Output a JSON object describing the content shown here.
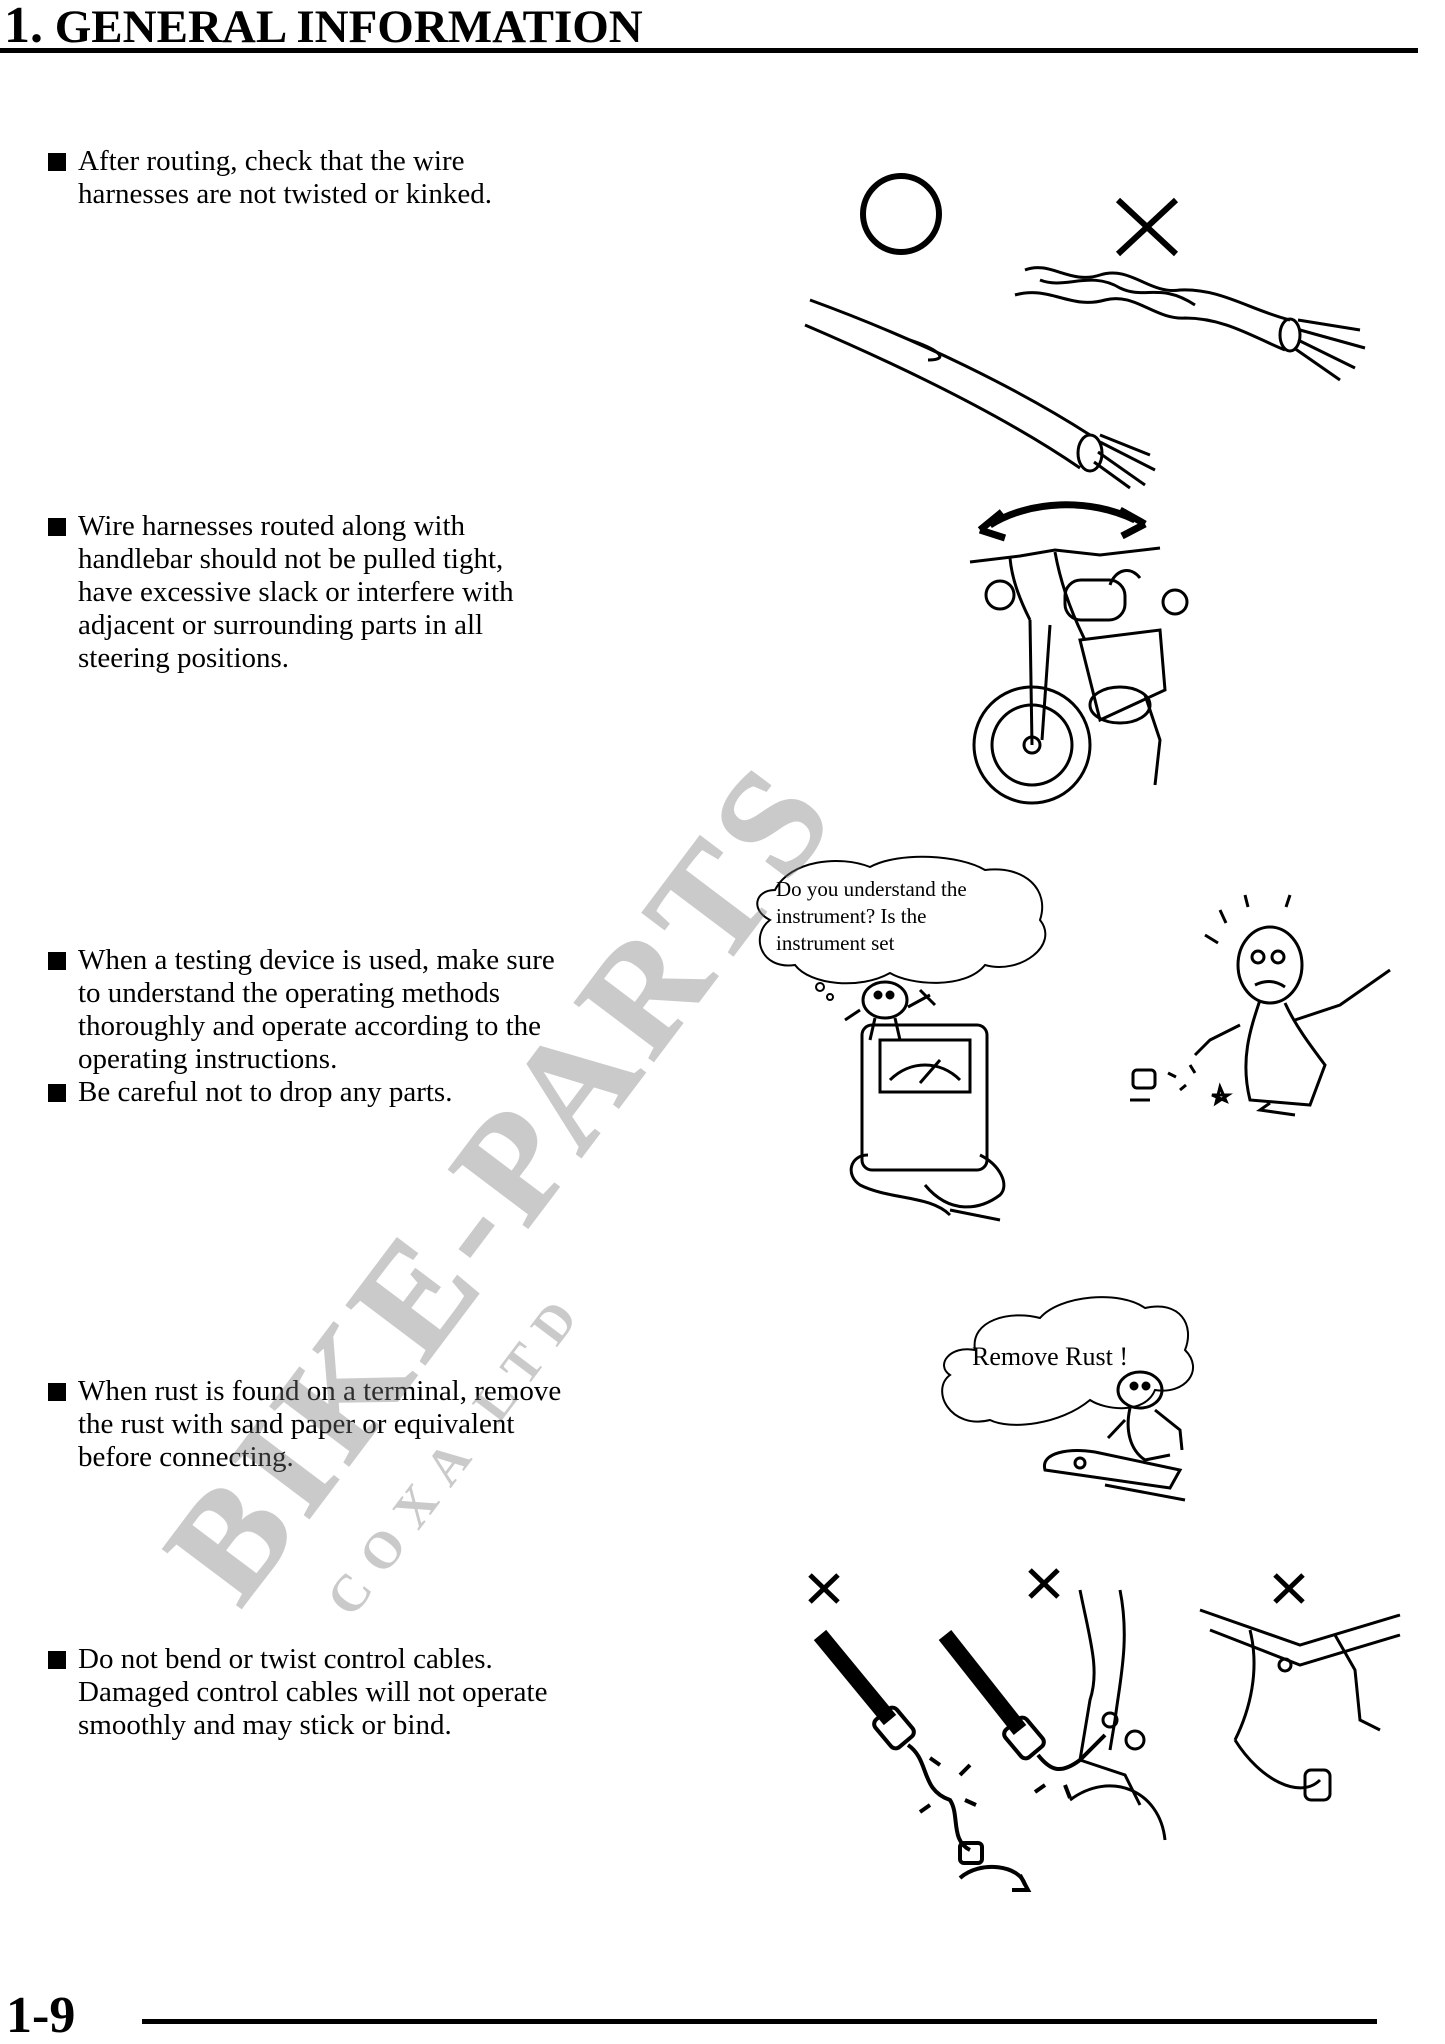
{
  "header": {
    "section_number": "1.",
    "title": "GENERAL INFORMATION"
  },
  "sections": [
    {
      "lines": [
        "After routing, check that the wire\nharnesses are not twisted or kinked."
      ]
    },
    {
      "lines": [
        "Wire harnesses routed along with\nhandlebar should not be pulled tight,\nhave excessive slack or interfere with\nadjacent or surrounding parts in all\nsteering positions."
      ]
    },
    {
      "lines": [
        "When a testing device is used, make sure\nto understand the operating methods\nthoroughly and operate according to the\noperating instructions.",
        "Be careful not to drop any parts."
      ]
    },
    {
      "lines": [
        "When rust is found on a terminal, remove\nthe rust with sand paper or equivalent\nbefore connecting."
      ]
    },
    {
      "lines": [
        "Do not bend or twist control cables.\nDamaged control cables will not operate\nsmoothly and may stick or bind."
      ]
    }
  ],
  "illustrations": {
    "wire_ok_mark": "O",
    "wire_ng_mark": "X",
    "instrument_bubble": "Do you understand the\ninstrument? Is the\ninstrument set",
    "rust_bubble": "Remove Rust !"
  },
  "watermark": {
    "main": "BIKE-PARTS",
    "sub": "COXA LTD"
  },
  "footer": {
    "page_number": "1-9"
  }
}
